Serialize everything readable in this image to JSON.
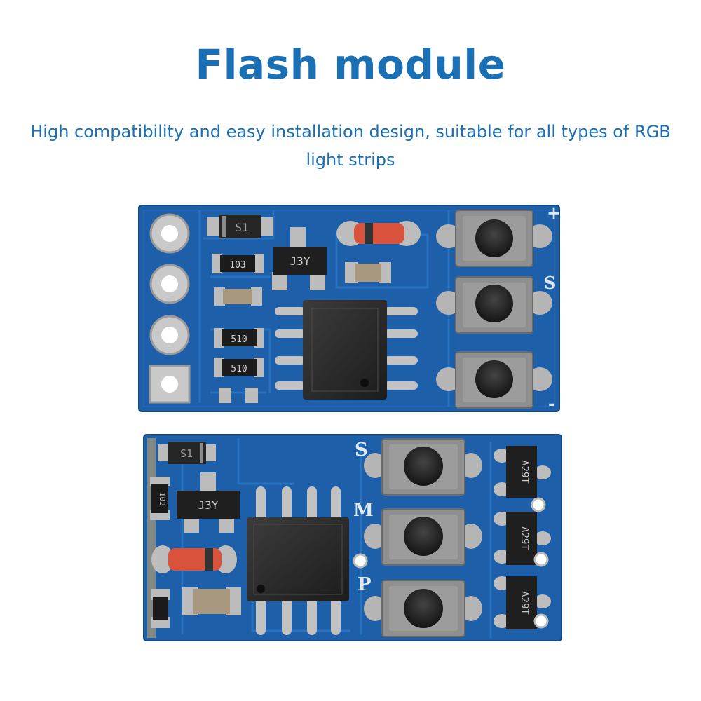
{
  "header": {
    "title": "Flash module",
    "subtitle": "High compatibility and easy installation design, suitable for all types of RGB light strips"
  },
  "board_top": {
    "silk_labels": [
      "S1",
      "103",
      "J3Y",
      "510",
      "510"
    ],
    "button_labels": [
      "+",
      "S",
      "-"
    ]
  },
  "board_bottom": {
    "silk_labels": [
      "S1",
      "103",
      "J3Y",
      "A29T",
      "A29T",
      "A29T"
    ],
    "button_labels": [
      "S",
      "M",
      "P"
    ]
  },
  "colors": {
    "accent": "#1a6fb5",
    "pcb": "#1d5fa8",
    "button": "#8f8f8f"
  }
}
